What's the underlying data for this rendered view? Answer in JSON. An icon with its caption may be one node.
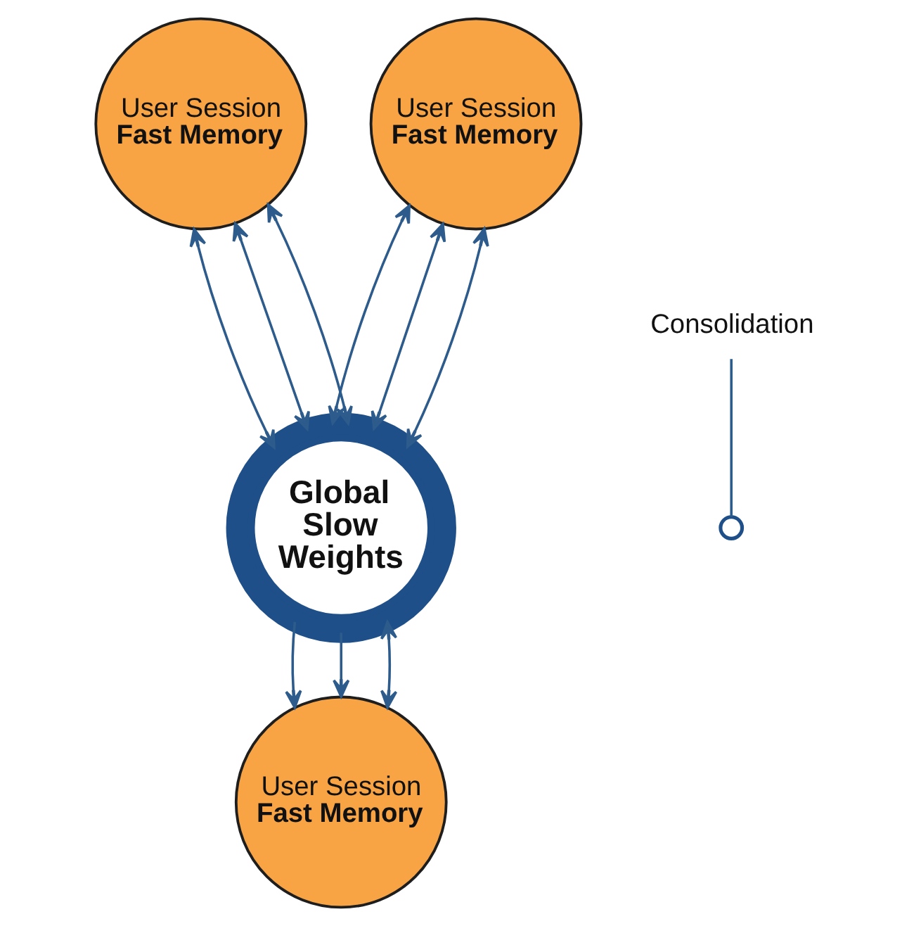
{
  "diagram": {
    "nodes": [
      {
        "text": [
          "User Session",
          "Fast Memory"
        ]
      },
      {
        "text": [
          "User Session",
          "Fast Memory"
        ]
      },
      {
        "text": [
          "Global Slow Weights"
        ]
      },
      {
        "text": [
          "Consolidation"
        ]
      },
      {
        "text": [],
        "shape": "circle"
      },
      {
        "text": [
          "User Session",
          "Fast Memory"
        ]
      }
    ],
    "edges": [
      {
        "from": 0,
        "to": 2,
        "arrow": "both"
      },
      {
        "from": 0,
        "to": 2,
        "arrow": "both"
      },
      {
        "from": 0,
        "to": 2,
        "arrow": "both"
      },
      {
        "from": 1,
        "to": 2,
        "arrow": "both"
      },
      {
        "from": 1,
        "to": 2,
        "arrow": "both"
      },
      {
        "from": 1,
        "to": 2,
        "arrow": "both"
      },
      {
        "from": 3,
        "to": 4,
        "arrow": "none"
      },
      {
        "from": 2,
        "to": 5,
        "arrow": "to"
      },
      {
        "from": 2,
        "to": 5,
        "arrow": "to"
      },
      {
        "from": 2,
        "to": 5,
        "arrow": "both"
      }
    ]
  }
}
